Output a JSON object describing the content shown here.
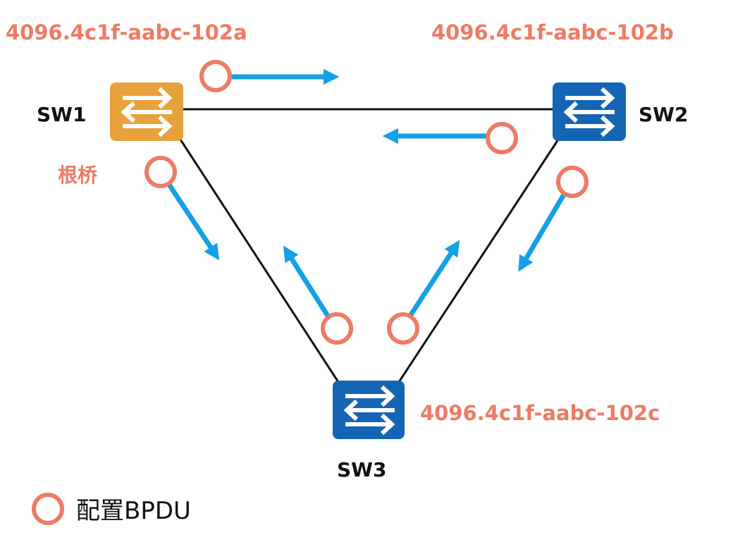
{
  "colors": {
    "root_switch": "#E9A23B",
    "switch": "#1565B5",
    "bpdu_circle": "#EE7B64",
    "bpdu_arrow": "#14A0E6",
    "link": "#111111",
    "mac_text": "#EE7B64",
    "label_text": "#111111"
  },
  "switches": [
    {
      "id": "SW1",
      "name": "SW1",
      "bridge_id": "4096.4c1f-aabc-102a",
      "role": "根桥",
      "is_root": true,
      "icon": "switch-icon"
    },
    {
      "id": "SW2",
      "name": "SW2",
      "bridge_id": "4096.4c1f-aabc-102b",
      "is_root": false,
      "icon": "switch-icon"
    },
    {
      "id": "SW3",
      "name": "SW3",
      "bridge_id": "4096.4c1f-aabc-102c",
      "is_root": false,
      "icon": "switch-icon"
    }
  ],
  "links": [
    {
      "from": "SW1",
      "to": "SW2"
    },
    {
      "from": "SW1",
      "to": "SW3"
    },
    {
      "from": "SW2",
      "to": "SW3"
    }
  ],
  "bpdus": [
    {
      "from": "SW1",
      "toward": "SW2",
      "type": "配置BPDU"
    },
    {
      "from": "SW2",
      "toward": "SW1",
      "type": "配置BPDU"
    },
    {
      "from": "SW1",
      "toward": "SW3",
      "type": "配置BPDU"
    },
    {
      "from": "SW2",
      "toward": "SW3",
      "type": "配置BPDU"
    },
    {
      "from": "SW3",
      "toward": "SW1",
      "type": "配置BPDU"
    },
    {
      "from": "SW3",
      "toward": "SW2",
      "type": "配置BPDU"
    }
  ],
  "legend": {
    "icon": "circle-icon",
    "label": "配置BPDU"
  }
}
